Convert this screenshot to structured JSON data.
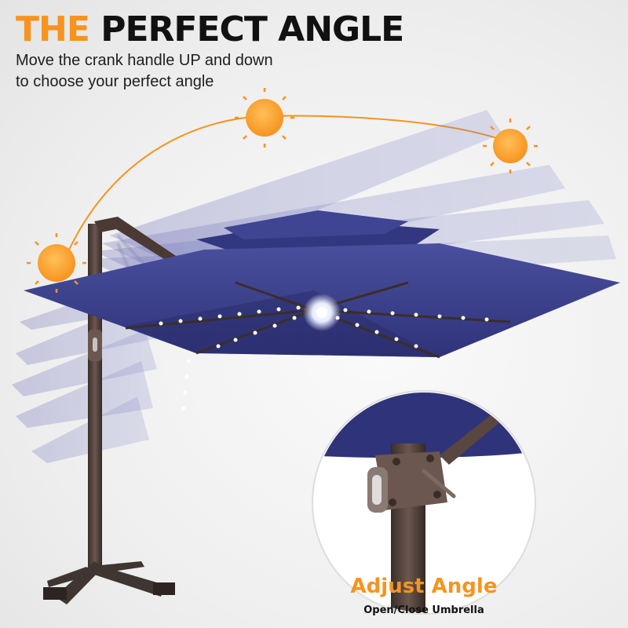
{
  "header": {
    "title_accent": "THE",
    "title_rest": "PERFECT ANGLE",
    "subtitle_line1": "Move the crank handle UP and down",
    "subtitle_line2": "to choose your perfect angle"
  },
  "inset": {
    "title": "Adjust Angle",
    "caption": "Open/Close Umbrella"
  },
  "colors": {
    "accent": "#f7931e",
    "canopy": "#3b3f8f",
    "pole": "#4a3a33",
    "sun": "#f7931e"
  },
  "icons": [
    "sun-icon",
    "crank-handle"
  ]
}
